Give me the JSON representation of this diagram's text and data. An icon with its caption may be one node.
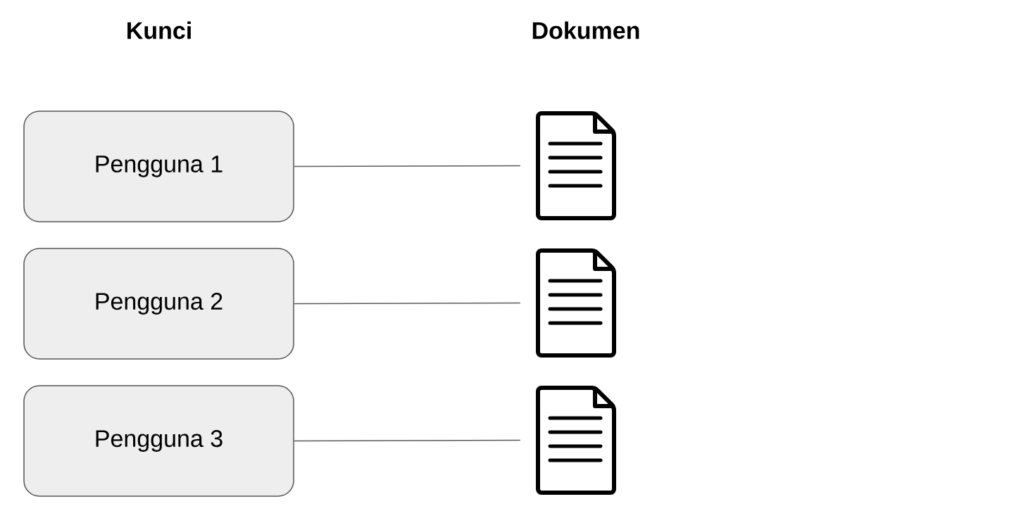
{
  "diagram": {
    "nodes": [
      {
        "text": [
          "Pengguna 1"
        ]
      },
      {
        "text": [
          "Pengguna 2"
        ]
      },
      {
        "text": [
          "Pengguna 3"
        ]
      },
      {
        "text": [],
        "shape": "document"
      },
      {
        "text": [],
        "shape": "document"
      },
      {
        "text": [],
        "shape": "document"
      }
    ],
    "edges": [
      {
        "from": 0,
        "to": 3,
        "arrow": "none"
      },
      {
        "from": 1,
        "to": 4,
        "arrow": "none"
      },
      {
        "from": 2,
        "to": 5,
        "arrow": "none"
      }
    ],
    "labels": [
      "Kunci",
      "Dokumen"
    ]
  }
}
